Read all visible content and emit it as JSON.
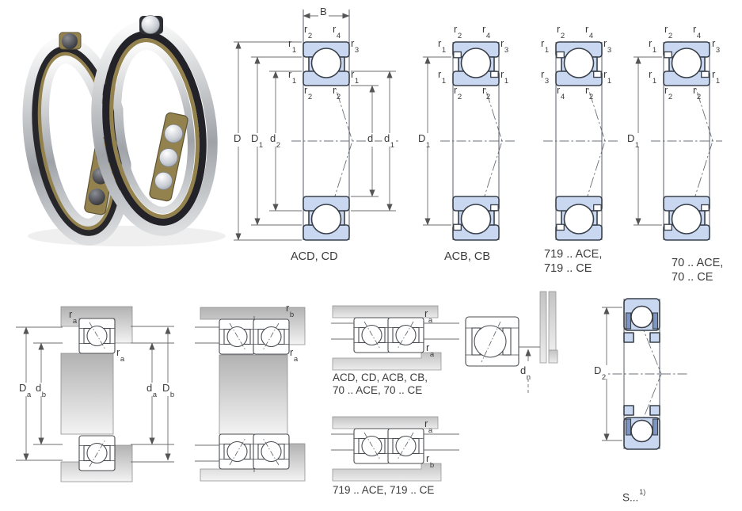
{
  "colors": {
    "blue": "#c9d7f0",
    "sealc": "#7d95c5",
    "ink": "#3b3b3b",
    "ink2": "#39404a"
  },
  "sym": {
    "B": {
      "b": "B",
      "s": ""
    },
    "r1": {
      "b": "r",
      "s": "1"
    },
    "r2": {
      "b": "r",
      "s": "2"
    },
    "r3": {
      "b": "r",
      "s": "3"
    },
    "r4": {
      "b": "r",
      "s": "4"
    },
    "D": {
      "b": "D",
      "s": ""
    },
    "D1": {
      "b": "D",
      "s": "1"
    },
    "D2": {
      "b": "D",
      "s": "2"
    },
    "d": {
      "b": "d",
      "s": ""
    },
    "d1": {
      "b": "d",
      "s": "1"
    },
    "d2": {
      "b": "d",
      "s": "2"
    },
    "Da": {
      "b": "D",
      "s": "a"
    },
    "Db": {
      "b": "D",
      "s": "b"
    },
    "da": {
      "b": "d",
      "s": "a"
    },
    "db": {
      "b": "d",
      "s": "b"
    },
    "ra": {
      "b": "r",
      "s": "a"
    },
    "rb": {
      "b": "r",
      "s": "b"
    },
    "dn": {
      "b": "d",
      "s": "n"
    }
  },
  "captions": {
    "d1": "ACD, CD",
    "d2": "ACB, CB",
    "d3a": "719 .. ACE,",
    "d3b": "719 .. CE",
    "d4a": "70 .. ACE,",
    "d4b": "70 .. CE",
    "b3a": "ACD, CD, ACB, CB,",
    "b3b": "70 .. ACE, 70 .. CE",
    "b4": "719 .. ACE, 719 .. CE",
    "b6_base": "S...",
    "b6_sup": "1)"
  }
}
